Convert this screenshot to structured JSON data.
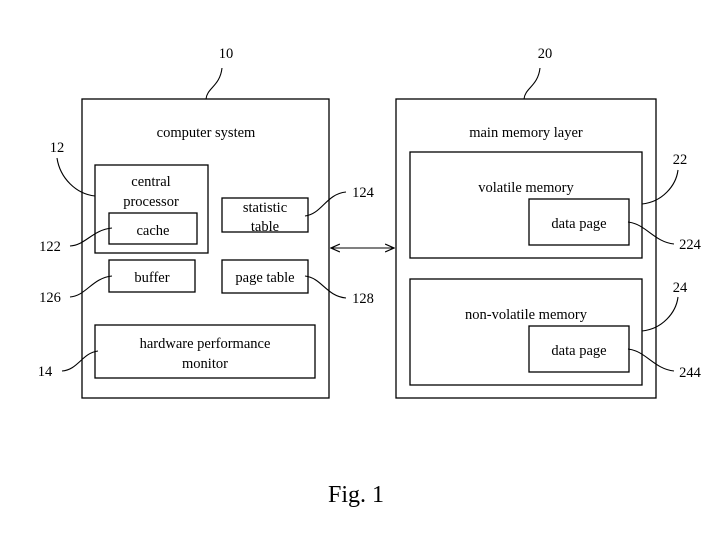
{
  "figure_caption": "Fig. 1",
  "computer_system": {
    "ref": "10",
    "title": "computer system",
    "central_processor": {
      "ref": "12",
      "line1": "central",
      "line2": "processor"
    },
    "cache": {
      "ref": "122",
      "label": "cache"
    },
    "buffer": {
      "ref": "126",
      "label": "buffer"
    },
    "statistic_table": {
      "ref": "124",
      "line1": "statistic",
      "line2": "table"
    },
    "page_table": {
      "ref": "128",
      "label": "page table"
    },
    "hardware_performance_monitor": {
      "ref": "14",
      "line1": "hardware performance",
      "line2": "monitor"
    }
  },
  "main_memory_layer": {
    "ref": "20",
    "title": "main memory layer",
    "volatile_memory": {
      "ref": "22",
      "label": "volatile memory",
      "data_page": {
        "ref": "224",
        "label": "data page"
      }
    },
    "non_volatile_memory": {
      "ref": "24",
      "label": "non-volatile memory",
      "data_page": {
        "ref": "244",
        "label": "data page"
      }
    }
  }
}
